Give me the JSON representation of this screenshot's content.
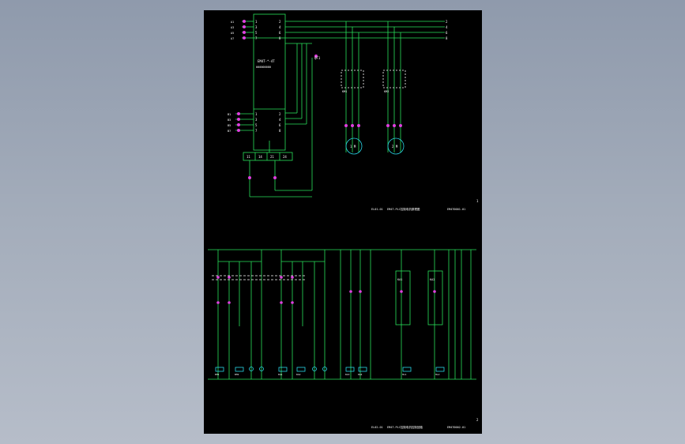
{
  "diagram": {
    "upper": {
      "plc_model": "EM4T-*-4T",
      "plc_sub": "000000000",
      "input_pins_top": [
        "1",
        "3",
        "5",
        "7"
      ],
      "output_pins_top": [
        "2",
        "4",
        "6",
        "8"
      ],
      "input_pins_bottom": [
        "1",
        "3",
        "5",
        "7"
      ],
      "output_pins_bottom": [
        "2",
        "4",
        "6",
        "8"
      ],
      "input_labels_top": [
        "A1",
        "A3",
        "A5",
        "A7"
      ],
      "input_labels_bottom": [
        "B1",
        "B3",
        "B5",
        "B7"
      ],
      "bus_labels": [
        "2",
        "4",
        "6",
        "8"
      ],
      "terminal_block": [
        "11",
        "14",
        "21",
        "24"
      ],
      "breaker_label": "QF1",
      "contactor_labels": [
        "KM1",
        "KM2"
      ],
      "motor_labels": [
        "1 M",
        "2 M"
      ],
      "title_left": "EL01-01",
      "title_main": "EM4T-PLC控制电机原理图",
      "title_right": "EM4T0001-01",
      "sheet_no": "1"
    },
    "lower": {
      "title_left": "EL02-01",
      "title_main": "EM4T-PLC控制电机控制回路",
      "title_right": "EM4T0002-01",
      "sheet_no": "2",
      "relay_labels": [
        "KA1",
        "KA2"
      ],
      "coil_labels": [
        "KM1",
        "KM2",
        "KA1",
        "KA2",
        "KA3",
        "KA4",
        "HL1",
        "HL2"
      ]
    }
  }
}
